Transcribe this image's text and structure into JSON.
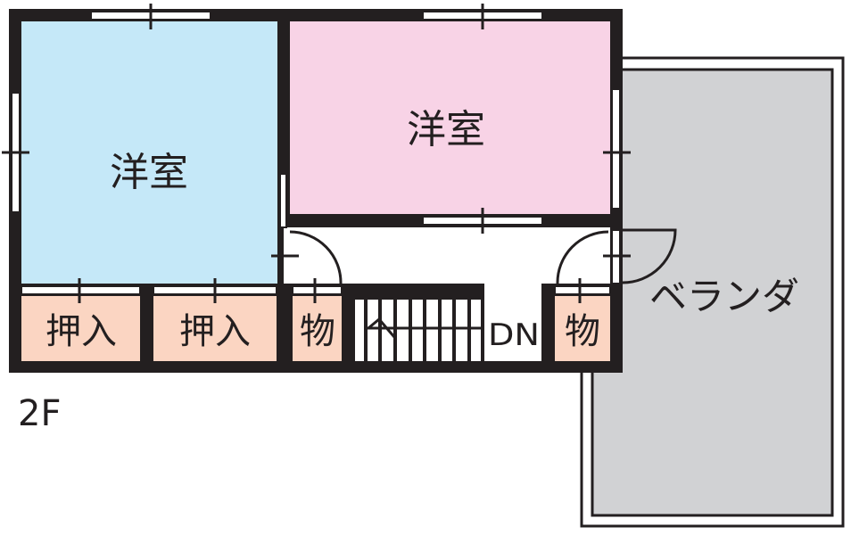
{
  "floor_label": "2F",
  "rooms": {
    "western_room_left": "洋室",
    "western_room_right": "洋室",
    "closet_1": "押入",
    "closet_2": "押入",
    "storage_1": "物",
    "storage_2": "物",
    "stairs_direction": "DN",
    "balcony": "ベランダ"
  },
  "colors": {
    "wall": "#231f20",
    "room_left": "#c5e8f8",
    "room_right": "#f8d3e6",
    "closet": "#fbd5c2",
    "balcony": "#d1d2d4"
  }
}
